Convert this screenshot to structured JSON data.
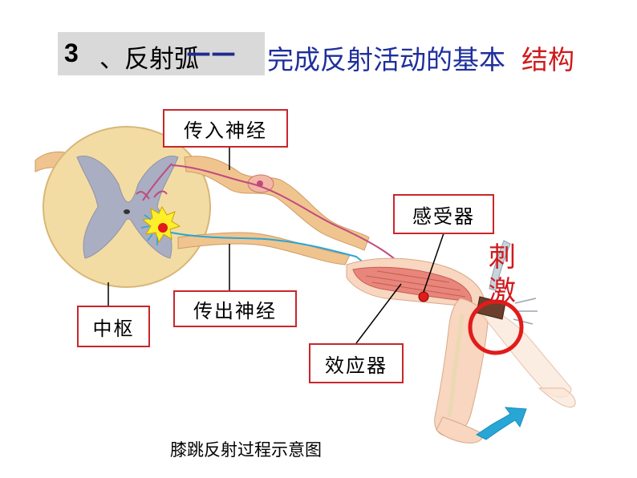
{
  "title": {
    "number": "3",
    "main": "、反射弧",
    "dash": "——",
    "subtitle_blue": "完成反射活动的基本",
    "subtitle_red": "结构"
  },
  "labels": {
    "afferent_nerve": "传入神经",
    "receptor": "感受器",
    "stimulus": "刺激",
    "center": "中枢",
    "efferent_nerve": "传出神经",
    "effector": "效应器"
  },
  "caption": "膝跳反射过程示意图",
  "colors": {
    "title_blue": "#1e2f9c",
    "title_red": "#d1191b",
    "box_border": "#c9262b",
    "spinal_cord": "#f3dca3",
    "gray_matter": "#a9aec2",
    "nerve": "#f0c48f",
    "muscle": "#e8867c",
    "skin": "#f8d6bf",
    "arrow": "#28a6d6"
  }
}
